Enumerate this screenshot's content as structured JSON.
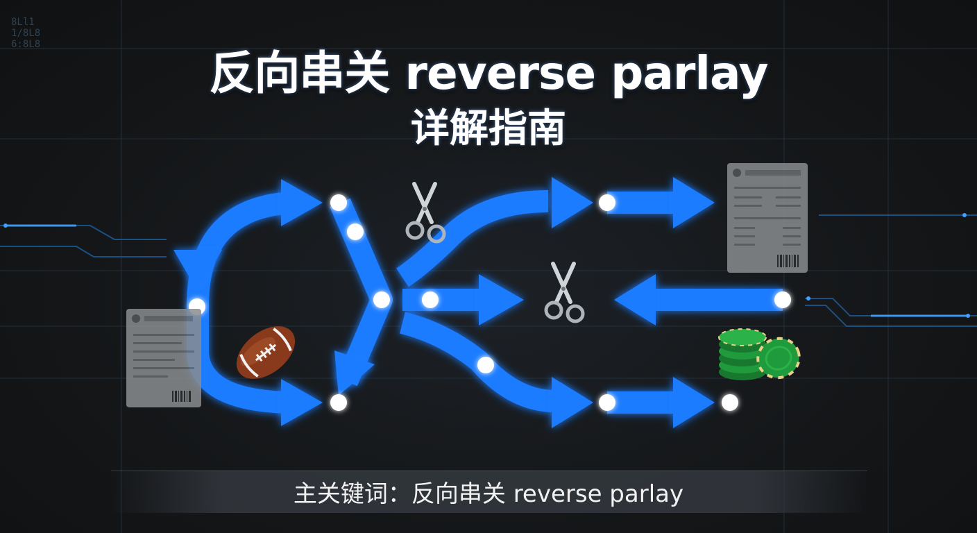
{
  "title_line1": "反向串关 reverse parlay",
  "title_line2": "详解指南",
  "keyword_line": "主关键词：反向串关 reverse parlay",
  "corner_text": [
    "8Ll1",
    "1/8L8",
    "6:8L8"
  ],
  "icons": [
    "scissors-icon",
    "football-icon",
    "bet-slip-icon",
    "casino-chips-icon"
  ],
  "colors": {
    "arrow_blue": "#1e7bff",
    "arrow_glow": "#3fa0ff",
    "chip_green": "#1f9a3c",
    "football_brown": "#8a3a1c",
    "background": "#151719"
  }
}
